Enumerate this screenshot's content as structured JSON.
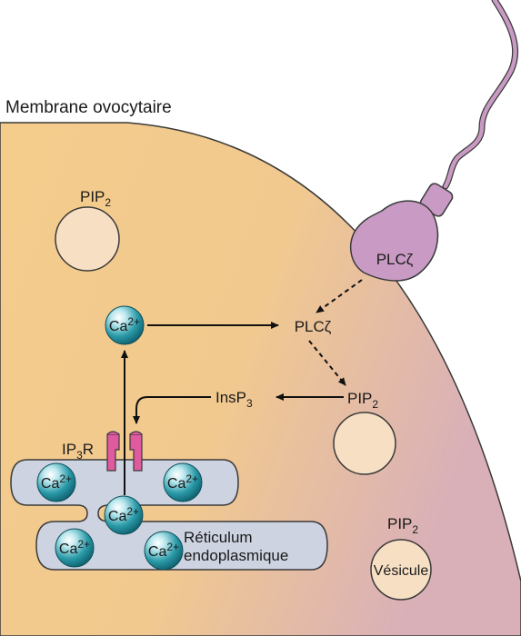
{
  "labels": {
    "membrane": "Membrane ovocytaire",
    "pip2_base": "PIP",
    "pip2_sub": "2",
    "plc_sperm": "PLCζ",
    "plc_cyto": "PLCζ",
    "insp3_base": "InsP",
    "insp3_sub": "3",
    "ip3r_base": "IP",
    "ip3r_sub": "3",
    "ip3r_tail": "R",
    "ca_base": "Ca",
    "ca_sup": "2+",
    "er_line1": "Réticulum",
    "er_line2": "endoplasmique",
    "vesicle": "Vésicule"
  },
  "colors": {
    "cytoplasm": "#f4cc8c",
    "cytoplasm_shade": "#d9b0b8",
    "sperm": "#c99bc4",
    "vesicle": "#f7dfc4",
    "er": "#cdd3e0",
    "ca_ion": "#2a9aa8",
    "receptor": "#e05aa0"
  }
}
